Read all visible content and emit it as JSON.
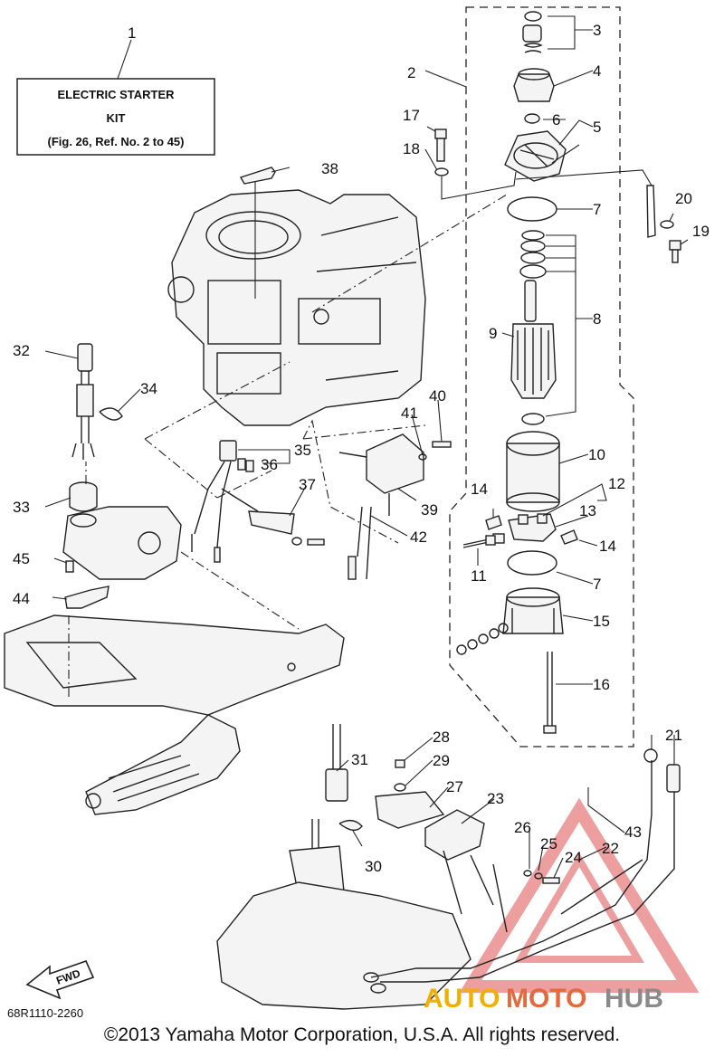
{
  "kit_box": {
    "line1": "ELECTRIC STARTER",
    "line2": "KIT",
    "line3": "(Fig. 26, Ref. No. 2 to 45)"
  },
  "callouts": [
    "1",
    "2",
    "3",
    "4",
    "5",
    "6",
    "7",
    "7",
    "8",
    "9",
    "10",
    "11",
    "12",
    "13",
    "14",
    "14",
    "15",
    "16",
    "17",
    "18",
    "19",
    "20",
    "21",
    "22",
    "23",
    "24",
    "25",
    "26",
    "27",
    "28",
    "29",
    "30",
    "31",
    "32",
    "33",
    "34",
    "35",
    "36",
    "37",
    "38",
    "39",
    "40",
    "41",
    "42",
    "43",
    "44",
    "45"
  ],
  "fwd_label": "FWD",
  "catalog_code": "68R1110-2260",
  "copyright": "©2013 Yamaha Motor Corporation, U.S.A. All rights reserved.",
  "watermark": {
    "auto": "AUTO",
    "moto": "MOTO",
    "hub": "HUB",
    "color_auto": "#f0b000",
    "color_moto": "#e36a3c",
    "color_hub": "#8a8a8a"
  }
}
